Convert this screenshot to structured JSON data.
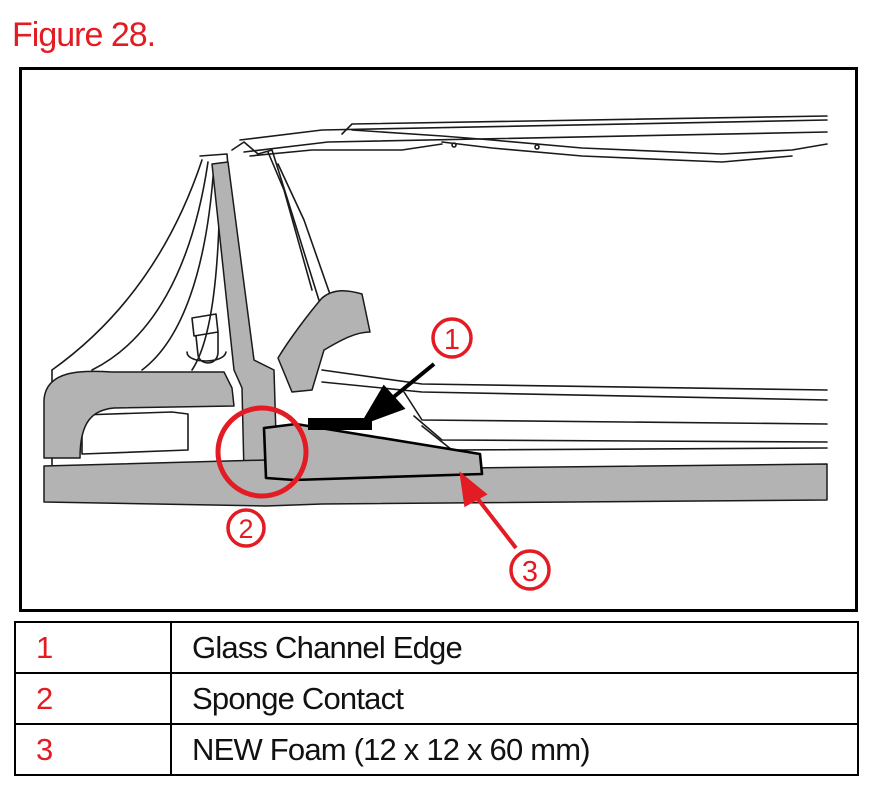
{
  "figure": {
    "title": "Figure 28."
  },
  "callouts": [
    {
      "number": "1"
    },
    {
      "number": "2"
    },
    {
      "number": "3"
    }
  ],
  "legend": [
    {
      "number": "1",
      "description": "Glass Channel Edge"
    },
    {
      "number": "2",
      "description": "Sponge Contact"
    },
    {
      "number": "3",
      "description": "NEW Foam (12 x 12 x 60 mm)"
    }
  ],
  "colors": {
    "accent_red": "#e31b23",
    "highlight_gray": "#b3b3b3",
    "line_black": "#1a1a1a"
  }
}
